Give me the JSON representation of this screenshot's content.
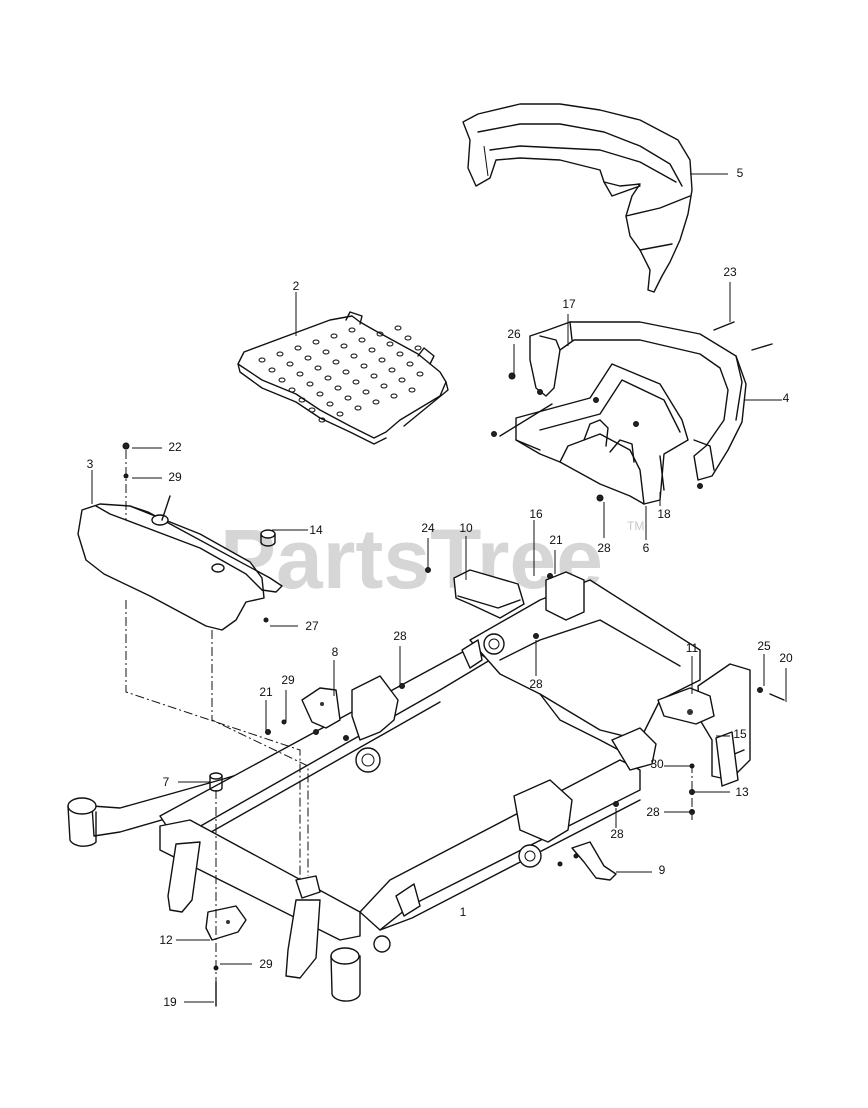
{
  "watermark": {
    "text": "PartsTree",
    "trademark": "TM"
  },
  "callouts": [
    {
      "id": "c1",
      "label": "1"
    },
    {
      "id": "c2",
      "label": "2"
    },
    {
      "id": "c3",
      "label": "3"
    },
    {
      "id": "c4",
      "label": "4"
    },
    {
      "id": "c5",
      "label": "5"
    },
    {
      "id": "c6",
      "label": "6"
    },
    {
      "id": "c7",
      "label": "7"
    },
    {
      "id": "c8",
      "label": "8"
    },
    {
      "id": "c9",
      "label": "9"
    },
    {
      "id": "c10",
      "label": "10"
    },
    {
      "id": "c11",
      "label": "11"
    },
    {
      "id": "c12",
      "label": "12"
    },
    {
      "id": "c13",
      "label": "13"
    },
    {
      "id": "c14",
      "label": "14"
    },
    {
      "id": "c15",
      "label": "15"
    },
    {
      "id": "c16",
      "label": "16"
    },
    {
      "id": "c17",
      "label": "17"
    },
    {
      "id": "c18",
      "label": "18"
    },
    {
      "id": "c19",
      "label": "19"
    },
    {
      "id": "c20",
      "label": "20"
    },
    {
      "id": "c21a",
      "label": "21"
    },
    {
      "id": "c21b",
      "label": "21"
    },
    {
      "id": "c22",
      "label": "22"
    },
    {
      "id": "c23",
      "label": "23"
    },
    {
      "id": "c24",
      "label": "24"
    },
    {
      "id": "c25",
      "label": "25"
    },
    {
      "id": "c26",
      "label": "26"
    },
    {
      "id": "c27",
      "label": "27"
    },
    {
      "id": "c28a",
      "label": "28"
    },
    {
      "id": "c28b",
      "label": "28"
    },
    {
      "id": "c28c",
      "label": "28"
    },
    {
      "id": "c28d",
      "label": "28"
    },
    {
      "id": "c28e",
      "label": "28"
    },
    {
      "id": "c29a",
      "label": "29"
    },
    {
      "id": "c29b",
      "label": "29"
    },
    {
      "id": "c29c",
      "label": "29"
    },
    {
      "id": "c30",
      "label": "30"
    }
  ]
}
